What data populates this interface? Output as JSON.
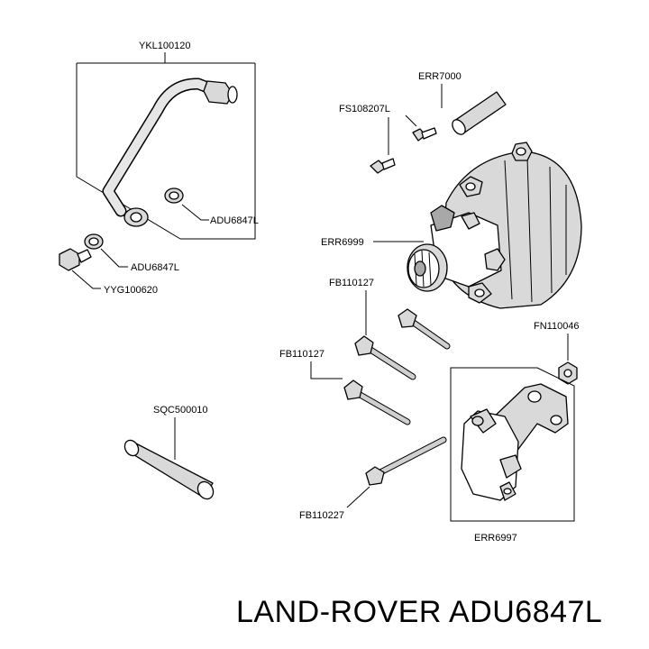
{
  "diagram": {
    "labels": {
      "pipe": "YKL100120",
      "washer_upper": "ADU6847L",
      "washer_lower": "ADU6847L",
      "union_bolt": "YYG100620",
      "sleeve_tube": "SQC500010",
      "pin": "ERR7000",
      "screw": "FS108207L",
      "alternator": "ERR6999",
      "bolt_upper": "FB110127",
      "bolt_middle": "FB110127",
      "bolt_lower": "FB110227",
      "nut": "FN110046",
      "bracket": "ERR6997"
    }
  },
  "caption": "LAND-ROVER ADU6847L"
}
